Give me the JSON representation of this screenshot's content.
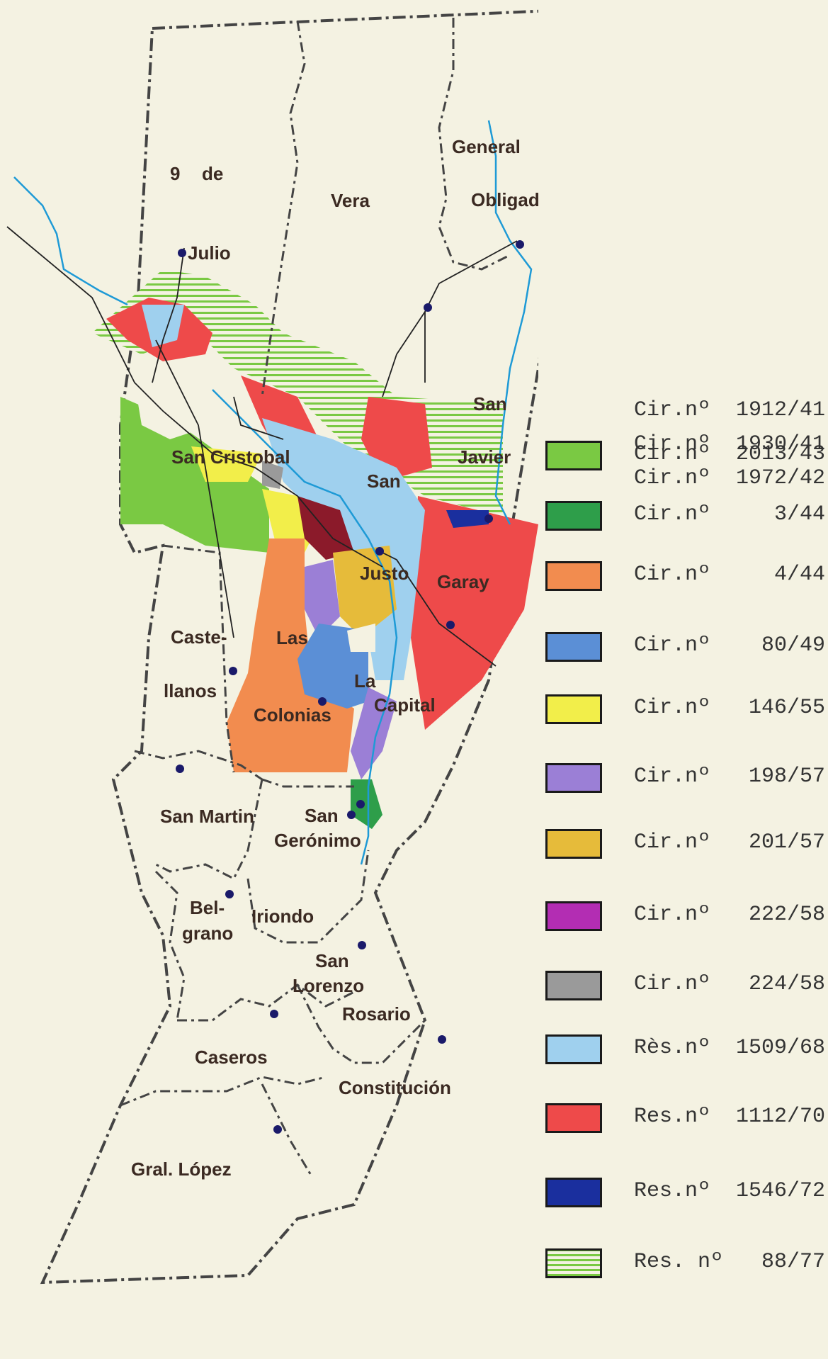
{
  "districts": {
    "nueve_de_julio_a": "9",
    "nueve_de_julio_b": "de",
    "nueve_de_julio_c": "Julio",
    "vera": "Vera",
    "general": "General",
    "obligado": "Obligado",
    "san_javier_a": "San",
    "san_javier_b": "Javier",
    "san_cristobal": "San Cristobal",
    "san_justo_a": "San",
    "san_justo_b": "Justo",
    "garay": "Garay",
    "castellanos_a": "Caste-",
    "castellanos_b": "llanos",
    "las_colonias_a": "Las",
    "las_colonias_b": "Colonias",
    "la_capital_a": "La",
    "la_capital_b": "Capital",
    "san_martin": "San Martin",
    "san_geronimo_a": "San",
    "san_geronimo_b": "Gerónimo",
    "belgrano_a": "Bel-",
    "belgrano_b": "grano",
    "iriondo": "Iriondo",
    "san_lorenzo_a": "San",
    "san_lorenzo_b": "Lorenzo",
    "rosario": "Rosario",
    "caseros": "Caseros",
    "constitucion": "Constitución",
    "gral_lopez": "Gral. López"
  },
  "legend_header": [
    {
      "prefix": "Cir.nº",
      "number": "1912/41"
    },
    {
      "prefix": "Cir.nº",
      "number": "1930/41"
    },
    {
      "prefix": "Cir.nº",
      "number": "1972/42"
    }
  ],
  "legend": [
    {
      "prefix": "Cir.nº",
      "number": "2013/43",
      "color": "#7ac943"
    },
    {
      "prefix": "Cir.nº",
      "number": "3/44",
      "color": "#2e9e4a"
    },
    {
      "prefix": "Cir.nº",
      "number": "4/44",
      "color": "#f28c4f"
    },
    {
      "prefix": "Cir.nº",
      "number": "80/49",
      "color": "#5b8fd6"
    },
    {
      "prefix": "Cir.nº",
      "number": "146/55",
      "color": "#f2ee4a"
    },
    {
      "prefix": "Cir.nº",
      "number": "198/57",
      "color": "#9b7fd6"
    },
    {
      "prefix": "Cir.nº",
      "number": "201/57",
      "color": "#e6bb3a"
    },
    {
      "prefix": "Cir.nº",
      "number": "222/58",
      "color": "#b32db3"
    },
    {
      "prefix": "Cir.nº",
      "number": "224/58",
      "color": "#9a9a9a"
    },
    {
      "prefix": "Rès.nº",
      "number": "1509/68",
      "color": "#9fd0ee"
    },
    {
      "prefix": "Res.nº",
      "number": "1112/70",
      "color": "#ee4a4a"
    },
    {
      "prefix": "Res.nº",
      "number": "1546/72",
      "color": "#1a2f9e"
    },
    {
      "prefix": "Res. nº",
      "number": "88/77",
      "color": "#7ac943",
      "pattern": "hatch"
    }
  ]
}
